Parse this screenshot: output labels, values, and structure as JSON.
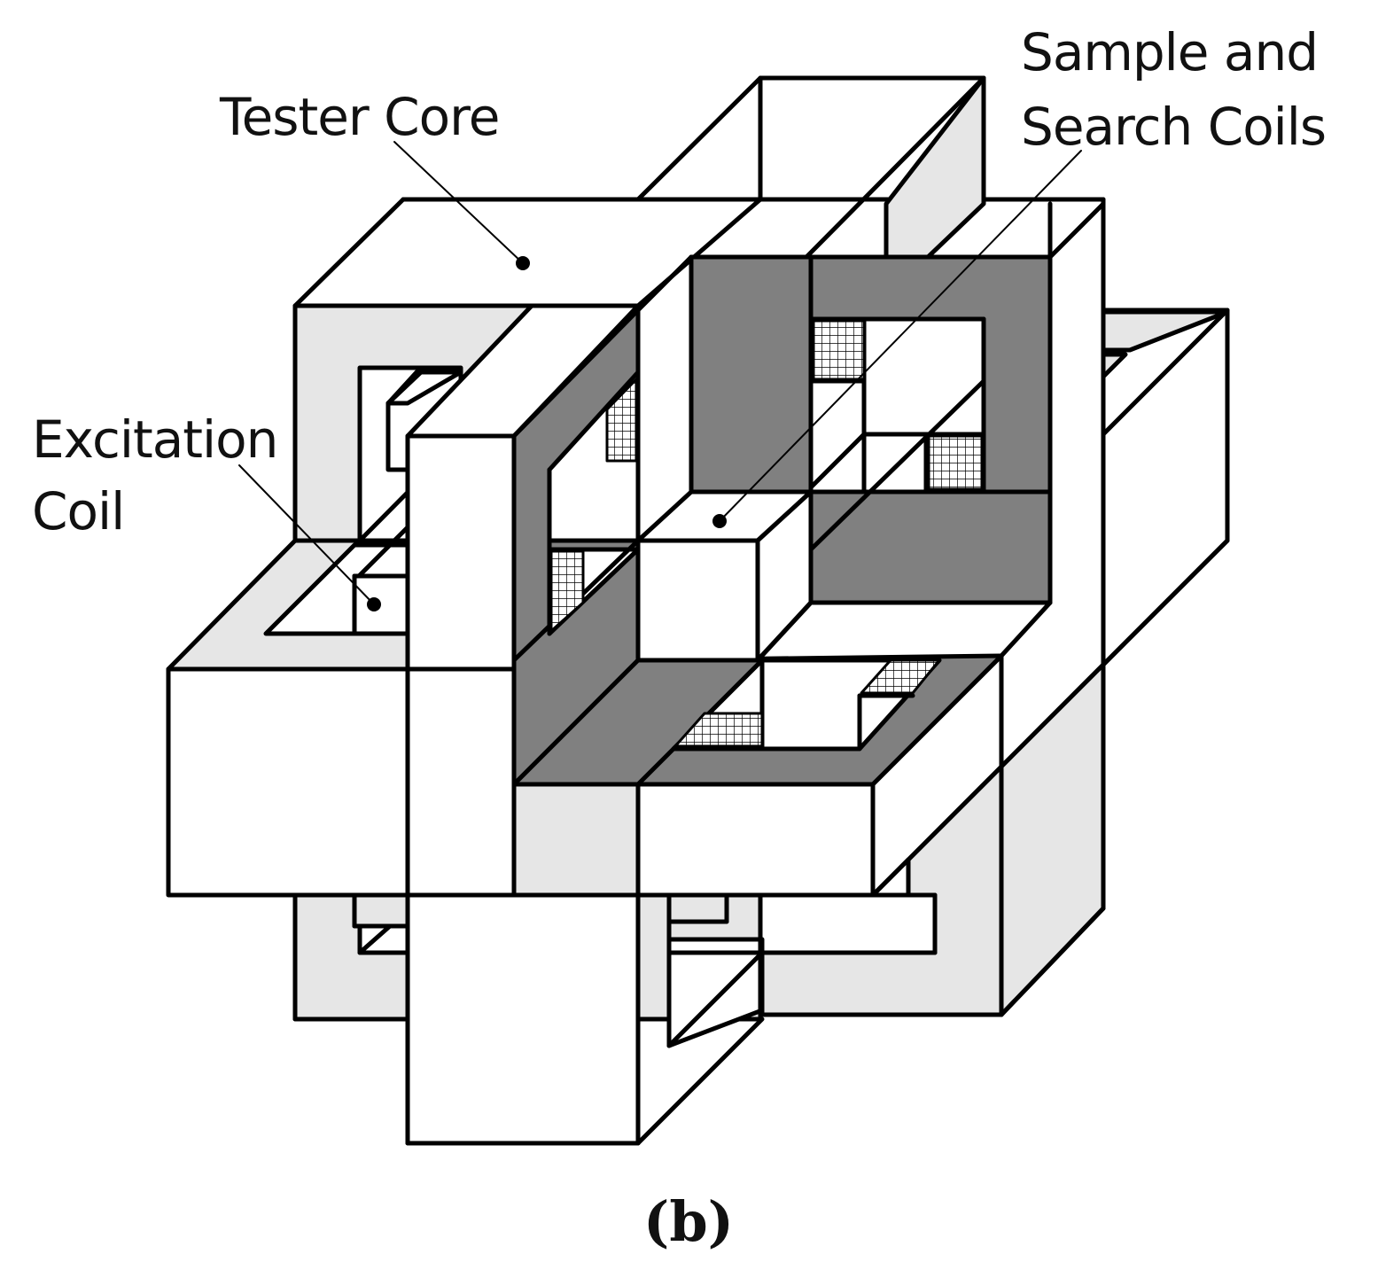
{
  "labels": {
    "tester_core": "Tester Core",
    "sample_line1": "Sample and",
    "sample_line2": "Search Coils",
    "excitation_line1": "Excitation",
    "excitation_line2": "Coil"
  },
  "caption": "(b)",
  "colors": {
    "outline": "#000000",
    "core_face": "#e6e6e6",
    "sample_frame": "#808080",
    "background": "#ffffff"
  }
}
